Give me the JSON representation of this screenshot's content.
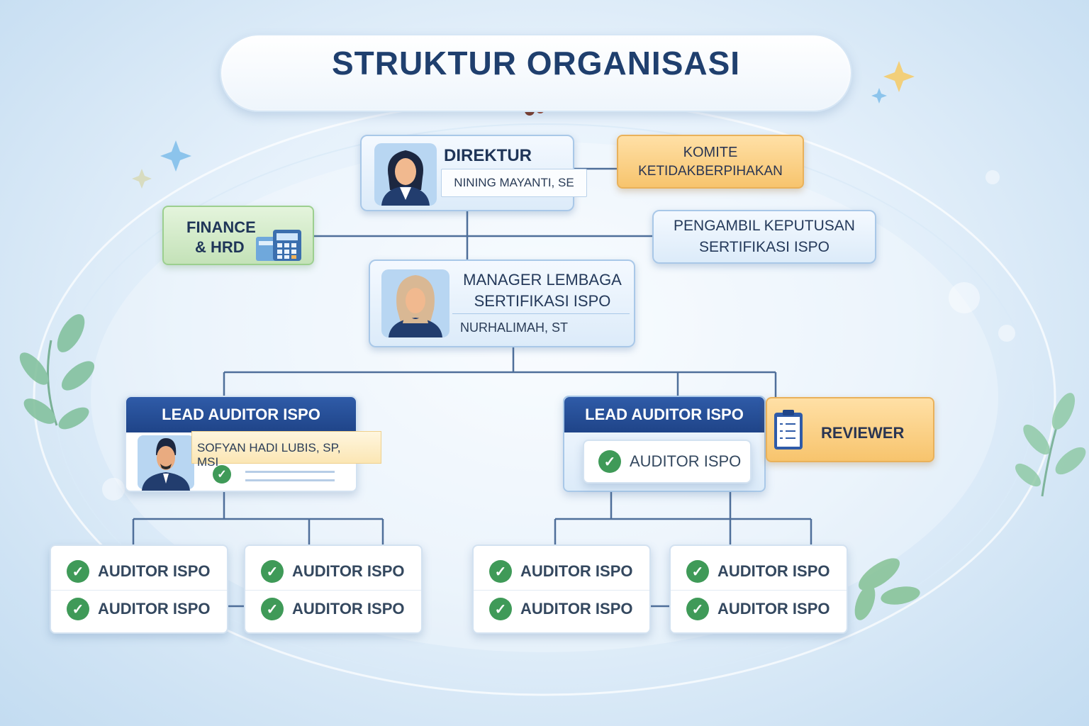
{
  "title": "STRUKTUR ORGANISASI",
  "direktur": {
    "role": "DIREKTUR",
    "name": "NINING MAYANTI, SE"
  },
  "komite": {
    "line1": "KOMITE",
    "line2": "KETIDAKBERPIHAKAN"
  },
  "finance": {
    "line1": "FINANCE",
    "line2": "& HRD"
  },
  "pengambil": {
    "line1": "PENGAMBIL KEPUTUSAN",
    "line2": "SERTIFIKASI ISPO"
  },
  "manager": {
    "line1": "MANAGER LEMBAGA",
    "line2": "SERTIFIKASI ISPO",
    "name": "NURHALIMAH, ST"
  },
  "lead_left": {
    "header": "LEAD AUDITOR ISPO",
    "name": "SOFYAN HADI LUBIS, SP, MSI"
  },
  "lead_right": {
    "header": "LEAD AUDITOR ISPO",
    "auditor": "AUDITOR ISPO"
  },
  "reviewer": {
    "label": "REVIEWER"
  },
  "auditor_groups": [
    [
      "AUDITOR ISPO",
      "AUDITOR ISPO"
    ],
    [
      "AUDITOR ISPO",
      "AUDITOR ISPO"
    ],
    [
      "AUDITOR ISPO",
      "AUDITOR ISPO"
    ],
    [
      "AUDITOR ISPO",
      "AUDITOR ISPO"
    ]
  ],
  "colors": {
    "navy": "#1f3f6e",
    "header_blue": "#1f4488",
    "connector": "#4f6f9a",
    "check_green": "#3f9a58",
    "orange": "#f7c46d",
    "green_box": "#c4e2b8"
  },
  "icons": [
    "sparkle-icon",
    "plant-icon",
    "person-avatar-icon",
    "calculator-icon",
    "clipboard-icon",
    "check-icon",
    "leaf-icon"
  ]
}
